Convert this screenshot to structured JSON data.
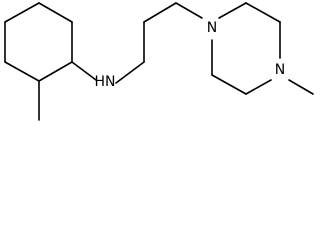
{
  "molecule": {
    "atoms": {
      "amine_nh": "HN",
      "piperazine_n1": "N",
      "piperazine_n4": "N"
    }
  }
}
